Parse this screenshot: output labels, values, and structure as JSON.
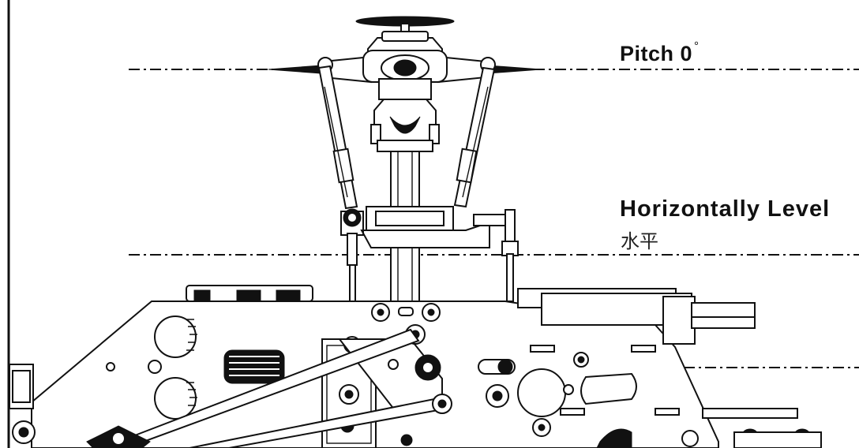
{
  "labels": {
    "pitch": "Pitch 0",
    "pitch_degree_symbol": "°",
    "horizontal": "Horizontally Level",
    "horizontal_cn": "水平"
  }
}
